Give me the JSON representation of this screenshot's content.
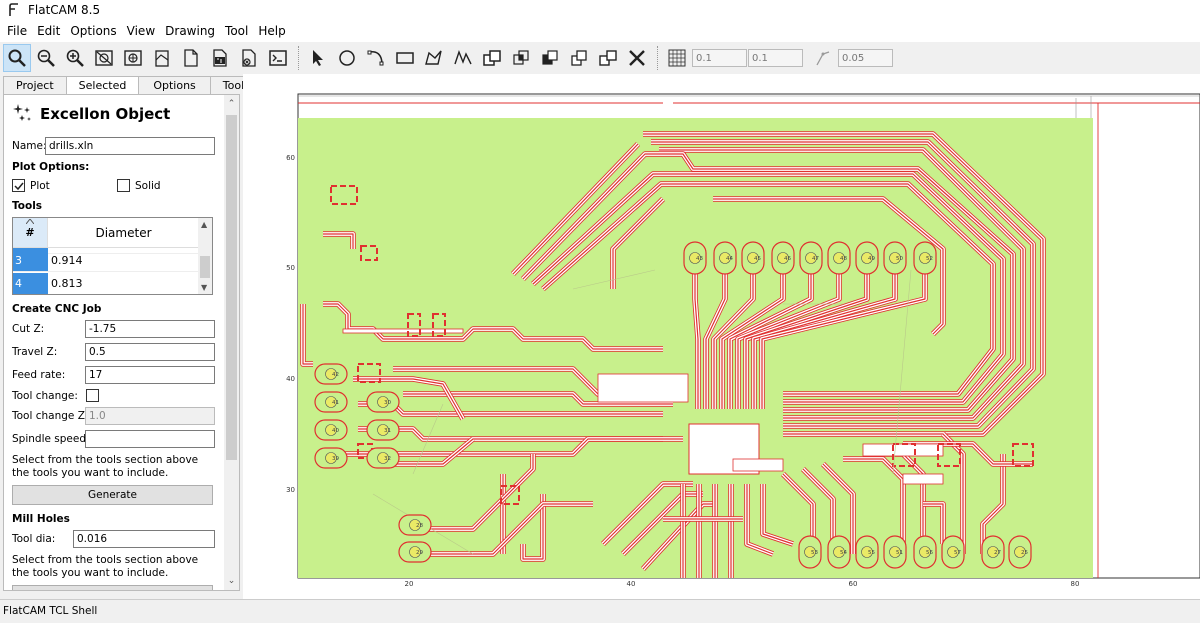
{
  "window": {
    "title": "FlatCAM 8.5"
  },
  "menu": [
    "File",
    "Edit",
    "Options",
    "View",
    "Drawing",
    "Tool",
    "Help"
  ],
  "toolbar": {
    "grid_x": "0.1",
    "grid_y": "0.1",
    "snap_max": "0.05"
  },
  "tabs": [
    "Project",
    "Selected",
    "Options",
    "Tool"
  ],
  "panel": {
    "title": "Excellon Object",
    "name_label": "Name:",
    "name_value": "drills.xln",
    "plot_options": "Plot Options:",
    "plot_label": "Plot",
    "solid_label": "Solid",
    "tools_label": "Tools",
    "tools_table": {
      "col_num": "#",
      "col_diameter": "Diameter",
      "rows": [
        {
          "num": "3",
          "diameter": "0.914"
        },
        {
          "num": "4",
          "diameter": "0.813"
        }
      ]
    },
    "cnc_job": "Create CNC Job",
    "cut_z_label": "Cut Z:",
    "cut_z_value": "-1.75",
    "travel_z_label": "Travel Z:",
    "travel_z_value": "0.5",
    "feed_rate_label": "Feed rate:",
    "feed_rate_value": "17",
    "tool_change_label": "Tool change:",
    "tool_change_z_label": "Tool change Z:",
    "tool_change_z_value": "1.0",
    "spindle_label": "Spindle speed:",
    "spindle_value": "",
    "select_hint_1": "Select from the tools section above",
    "select_hint_2": "the tools you want to include.",
    "generate_label": "Generate",
    "mill_holes": "Mill Holes",
    "tool_dia_label": "Tool dia:",
    "tool_dia_value": "0.016",
    "select_hint_3": "Select from the tools section above",
    "select_hint_4": "the tools you want to include."
  },
  "plot": {
    "x_ticks": [
      "20",
      "40",
      "60",
      "80"
    ],
    "y_ticks": [
      "60",
      "50",
      "40",
      "30"
    ],
    "pad_labels": [
      "43",
      "44",
      "45",
      "46",
      "47",
      "48",
      "49",
      "50",
      "52",
      "42",
      "41",
      "40",
      "39",
      "30",
      "31",
      "32",
      "28",
      "29",
      "53",
      "54",
      "55",
      "51",
      "56",
      "57",
      "27",
      "25"
    ]
  },
  "status": {
    "shell": "FlatCAM TCL Shell"
  },
  "colors": {
    "board_fill": "#c8f08c",
    "trace_red": "#e03030",
    "accent": "#3b8fe0"
  }
}
